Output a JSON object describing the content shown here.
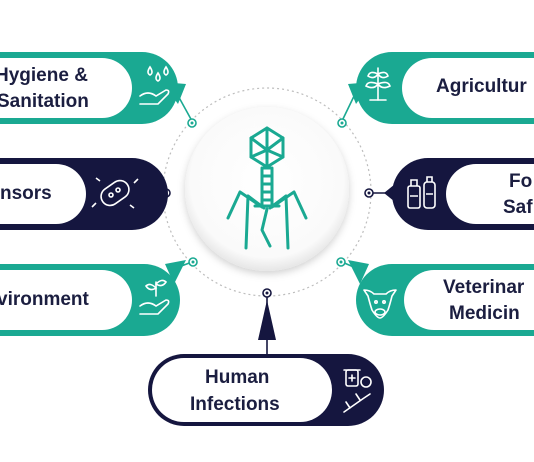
{
  "center": {
    "name": "bacteriophage",
    "icon": "bacteriophage-icon"
  },
  "colors": {
    "teal": "#1aa992",
    "navy": "#15163f",
    "text": "#1b1e40",
    "connector": "#bdbdbd"
  },
  "nodes": {
    "hygiene": {
      "line1": "Hygiene &",
      "line2": "Sanitation",
      "icon": "hand-water-drops-icon"
    },
    "sensors": {
      "line1": "nsors",
      "icon": "bacteria-icon"
    },
    "environment": {
      "line1": "vironment",
      "icon": "hand-plant-icon"
    },
    "human": {
      "line1": "Human",
      "line2": "Infections",
      "icon": "medicine-syringe-icon"
    },
    "agriculture": {
      "line1": "Agricultur",
      "icon": "plant-icon"
    },
    "food": {
      "line1": "Fo",
      "line2": "Saf",
      "icon": "bottles-icon"
    },
    "veterinary": {
      "line1": "Veterinar",
      "line2": "Medicin",
      "icon": "cow-icon"
    }
  }
}
